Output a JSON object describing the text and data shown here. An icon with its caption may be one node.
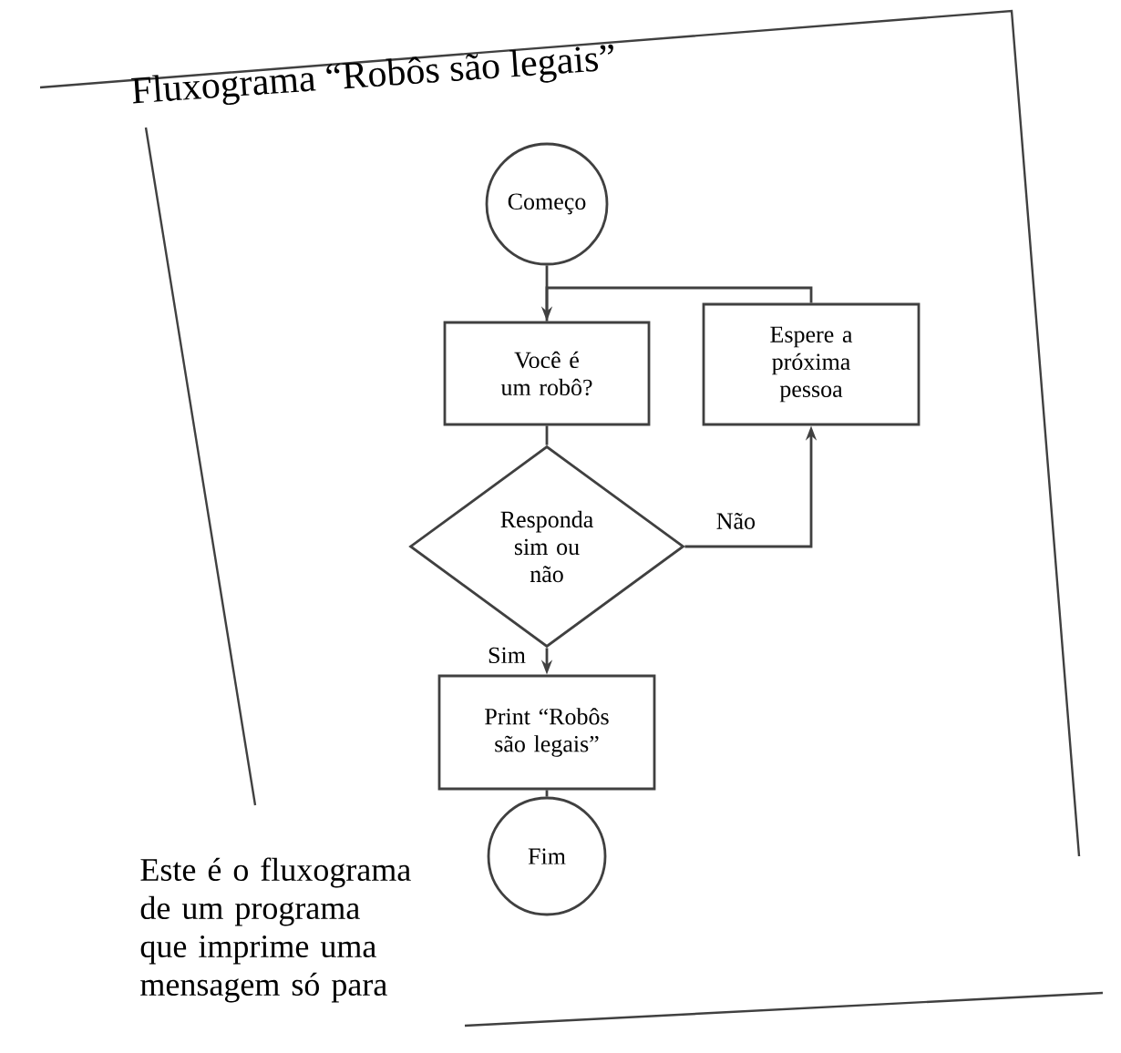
{
  "diagram": {
    "title": "Fluxograma “Robôs são legais”",
    "nodes": [
      {
        "text": [
          "Começo"
        ]
      },
      {
        "text": [
          "Você é um robô?"
        ]
      },
      {
        "text": [
          "Espere a próxima pessoa"
        ]
      },
      {
        "text": [
          "Responda sim ou não"
        ]
      },
      {
        "text": [
          "Print “Robôs são legais”"
        ]
      },
      {
        "text": [
          "Fim"
        ]
      }
    ],
    "edges": [
      {
        "from": 0,
        "to": 1,
        "arrow": "none"
      },
      {
        "from": 1,
        "to": 3,
        "arrow": "none"
      },
      {
        "from": 3,
        "to": 2,
        "arrow": "to",
        "label": "Não"
      },
      {
        "from": 2,
        "to": 1,
        "arrow": "to"
      },
      {
        "from": 3,
        "to": 4,
        "arrow": "to",
        "label": "Sim"
      },
      {
        "from": 4,
        "to": 5,
        "arrow": "none"
      }
    ],
    "labels": [
      "Este é o fluxograma de um programa que imprime uma mensagem só para"
    ]
  }
}
